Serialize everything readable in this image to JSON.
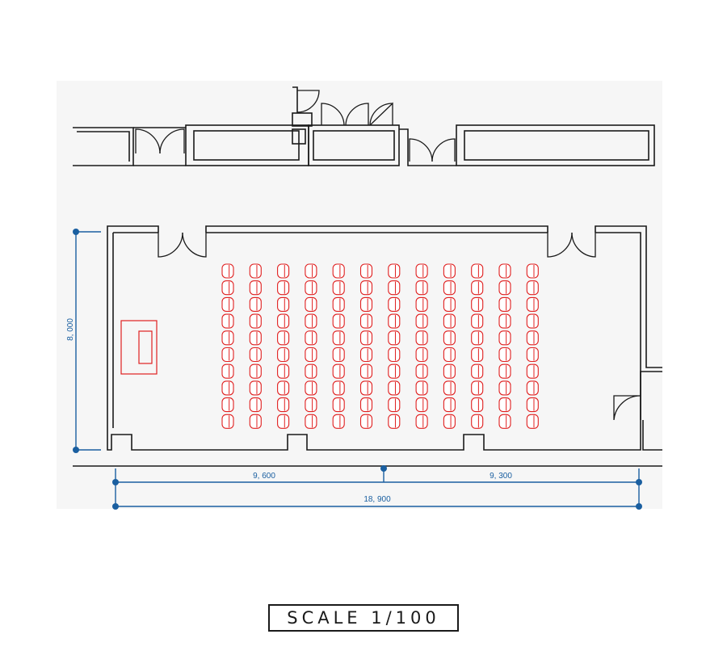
{
  "dimensions": {
    "height_label": "8, 000",
    "left_width_label": "9, 600",
    "right_width_label": "9, 300",
    "total_width_label": "18, 900"
  },
  "seating": {
    "columns": 12,
    "rows": 10
  },
  "colors": {
    "walls": "#1a1a1a",
    "seats": "#e02020",
    "dimensions": "#1a5fa0"
  },
  "scale_label": "SCALE 1/100"
}
